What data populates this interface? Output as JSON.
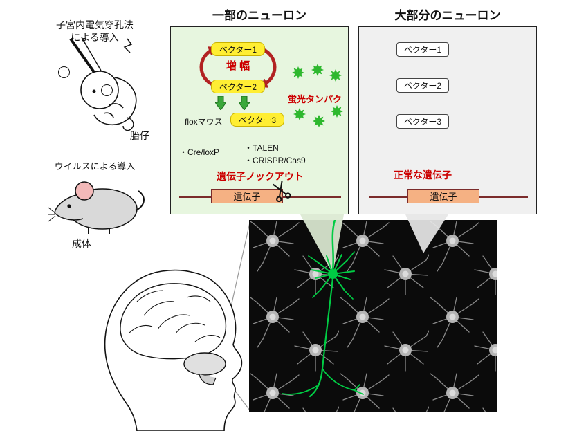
{
  "left_column": {
    "electro_caption_line1": "子宮内電気穿孔法",
    "electro_caption_line2": "による導入",
    "fetus_label": "胎仔",
    "electrode_minus": "−",
    "electrode_plus": "+",
    "virus_caption": "ウイルスによる導入",
    "adult_label": "成体"
  },
  "some_panel": {
    "title": "一部のニューロン",
    "vector1": "ベクター1",
    "amplification": "増 幅",
    "vector2": "ベクター2",
    "fluorescent_protein": "蛍光タンパク",
    "flox_mouse": "floxマウス",
    "vector3": "ベクター3",
    "bullet_cre": "・Cre/loxP",
    "bullet_talen": "・TALEN",
    "bullet_crispr": "・CRISPR/Cas9",
    "knockout": "遺伝子ノックアウト",
    "gene": "遺伝子"
  },
  "most_panel": {
    "title": "大部分のニューロン",
    "vectors": [
      "ベクター1",
      "ベクター2",
      "ベクター3"
    ],
    "normal_gene": "正常な遺伝子",
    "gene": "遺伝子"
  },
  "colors": {
    "panel_some_bg": "#e7f6df",
    "panel_most_bg": "#f0f0f0",
    "vector_yellow": "#ffee33",
    "gene_orange": "#f5b183",
    "accent_red": "#cc0000",
    "arrow_green": "#3aa83a",
    "cycle_arrow_red": "#b22222",
    "fluorescent_green": "#2eb82e",
    "neuron_green": "#00cc44",
    "micrograph_bg": "#0b0b0b"
  }
}
